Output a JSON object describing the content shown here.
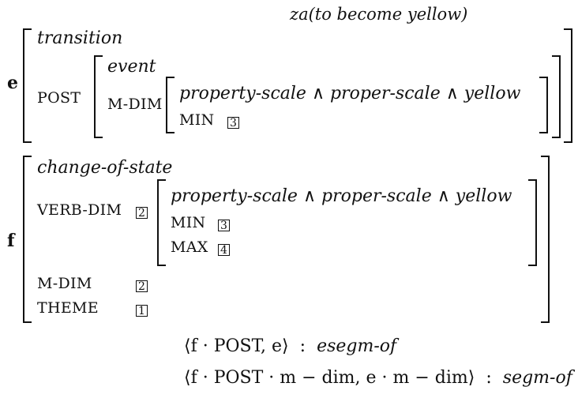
{
  "header": {
    "entry": "za(to become yellow)"
  },
  "avm_e": {
    "label": "e",
    "type": "transition",
    "post_attr": "POST",
    "post": {
      "type": "event",
      "mdim_attr": "M-DIM",
      "mdim": {
        "value": "property-scale ∧ proper-scale ∧ yellow",
        "min_attr": "MIN",
        "min_tag": "3"
      }
    }
  },
  "avm_f": {
    "label": "f",
    "type": "change-of-state",
    "verbdim_attr": "VERB-DIM",
    "verbdim_tag": "2",
    "verbdim": {
      "value": "property-scale ∧ proper-scale ∧ yellow",
      "min_attr": "MIN",
      "min_tag": "3",
      "max_attr": "MAX",
      "max_tag": "4"
    },
    "mdim_attr": "M-DIM",
    "mdim_tag": "2",
    "theme_attr": "THEME",
    "theme_tag": "1"
  },
  "relations": [
    {
      "pair": "⟨f · POST, e⟩",
      "relation": "esegm-of"
    },
    {
      "pair": "⟨f · POST · m − dim, e · m − dim⟩",
      "relation": "segm-of"
    }
  ]
}
